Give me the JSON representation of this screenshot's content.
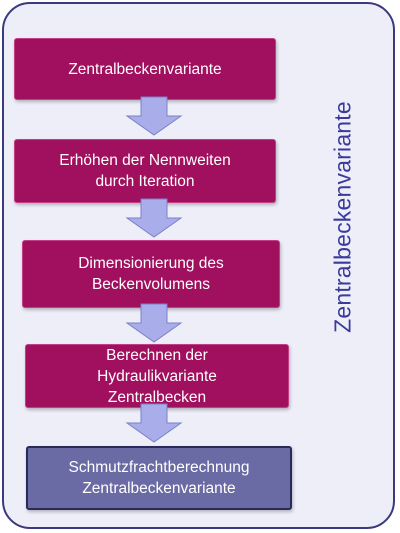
{
  "side_label": "Zentralbeckenvariante",
  "steps": [
    {
      "text": "Zentralbeckenvariante"
    },
    {
      "text": "Erhöhen der Nennweiten\ndurch Iteration"
    },
    {
      "text": "Dimensionierung des\nBeckenvolumens"
    },
    {
      "text": "Berechnen der\nHydraulikvariante\nZentralbecken"
    },
    {
      "text": "Schmutzfrachtberechnung\nZentralbeckenvariante"
    }
  ],
  "colors": {
    "frame_fill": "#eeeef9",
    "frame_border": "#3a3a7c",
    "step_fill": "#a0105e",
    "final_step_fill": "#6a6aa4",
    "arrow_fill": "#a9aeea",
    "side_label": "#3a3a9a"
  }
}
